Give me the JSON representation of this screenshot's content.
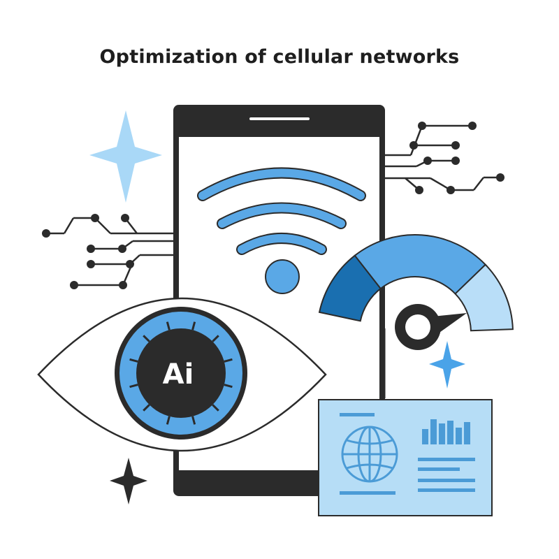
{
  "title": "Optimization of cellular networks",
  "badge": "Ai",
  "colors": {
    "dark": "#2b2b2b",
    "blue": "#5aa8e6",
    "blue_dark": "#1a6fb0",
    "blue_light": "#b9def8",
    "panel": "#b6ddf6",
    "panel_marks": "#4b9bd6",
    "sparkle_light": "#a9d8f7",
    "sparkle_mid": "#4aa3e8"
  },
  "icons": [
    "smartphone-icon",
    "wifi-icon",
    "eye-icon",
    "speedometer-gauge-icon",
    "dashboard-panel-icon",
    "globe-icon",
    "bar-chart-icon",
    "circuit-lines-icon",
    "sparkle-icon"
  ],
  "gauge_level": 0.85,
  "dashboard_bars": [
    0.55,
    0.9,
    0.75,
    0.85,
    0.6,
    0.8
  ]
}
